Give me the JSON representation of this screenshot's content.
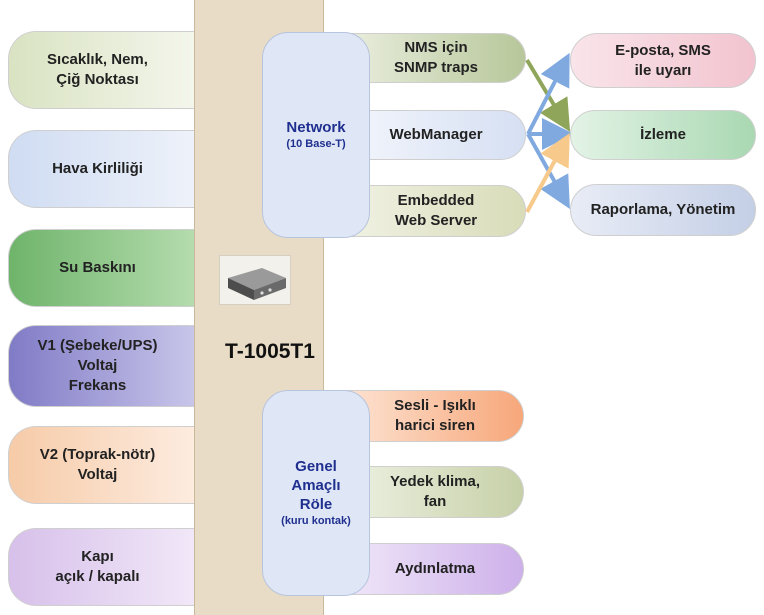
{
  "device": {
    "title": "T-1005T1"
  },
  "sensors": [
    {
      "lines": [
        "Sıcaklık, Nem,",
        "Çiğ Noktası"
      ],
      "color": "#e7ecd7"
    },
    {
      "lines": [
        "Hava Kirliliği"
      ],
      "color": "#dde6f5"
    },
    {
      "lines": [
        "Su Baskını"
      ],
      "color": "#8fc58a"
    },
    {
      "lines": [
        "V1 (Şebeke/UPS)",
        "Voltaj",
        "Frekans"
      ],
      "color": "#9e9ad3"
    },
    {
      "lines": [
        "V2 (Toprak-nötr)",
        "Voltaj"
      ],
      "color": "#fadcc4"
    },
    {
      "lines": [
        "Kapı",
        "açık / kapalı"
      ],
      "color": "#e4d4ef"
    }
  ],
  "network": {
    "title": "Network",
    "subtitle": "(10 Base-T)",
    "outputs": [
      {
        "lines": [
          "NMS için",
          "SNMP traps"
        ],
        "color": "#cfd9b8"
      },
      {
        "lines": [
          "WebManager"
        ],
        "color": "#e9eef8"
      },
      {
        "lines": [
          "Embedded",
          "Web Server"
        ],
        "color": "#e5e7cf"
      }
    ]
  },
  "relay": {
    "lines": [
      "Genel",
      "Amaçlı",
      "Röle"
    ],
    "subtitle": "(kuru kontak)",
    "outputs": [
      {
        "lines": [
          "Sesli - Işıklı",
          "harici siren"
        ],
        "color": "#fbc9a9"
      },
      {
        "lines": [
          "Yedek klima,",
          "fan"
        ],
        "color": "#dbe2c4"
      },
      {
        "lines": [
          "Aydınlatma"
        ],
        "color": "#dcc6ef"
      }
    ]
  },
  "destinations": [
    {
      "lines": [
        "E-posta, SMS",
        "ile uyarı"
      ],
      "color": "#f8d9e1"
    },
    {
      "lines": [
        "İzleme"
      ],
      "color": "#c9e7cf"
    },
    {
      "lines": [
        "Raporlama, Yönetim"
      ],
      "color": "#d5dcee"
    }
  ],
  "arrow_colors": {
    "snmp": "#8fa55a",
    "web": "#7fa9df",
    "server": "#f7c98a"
  }
}
